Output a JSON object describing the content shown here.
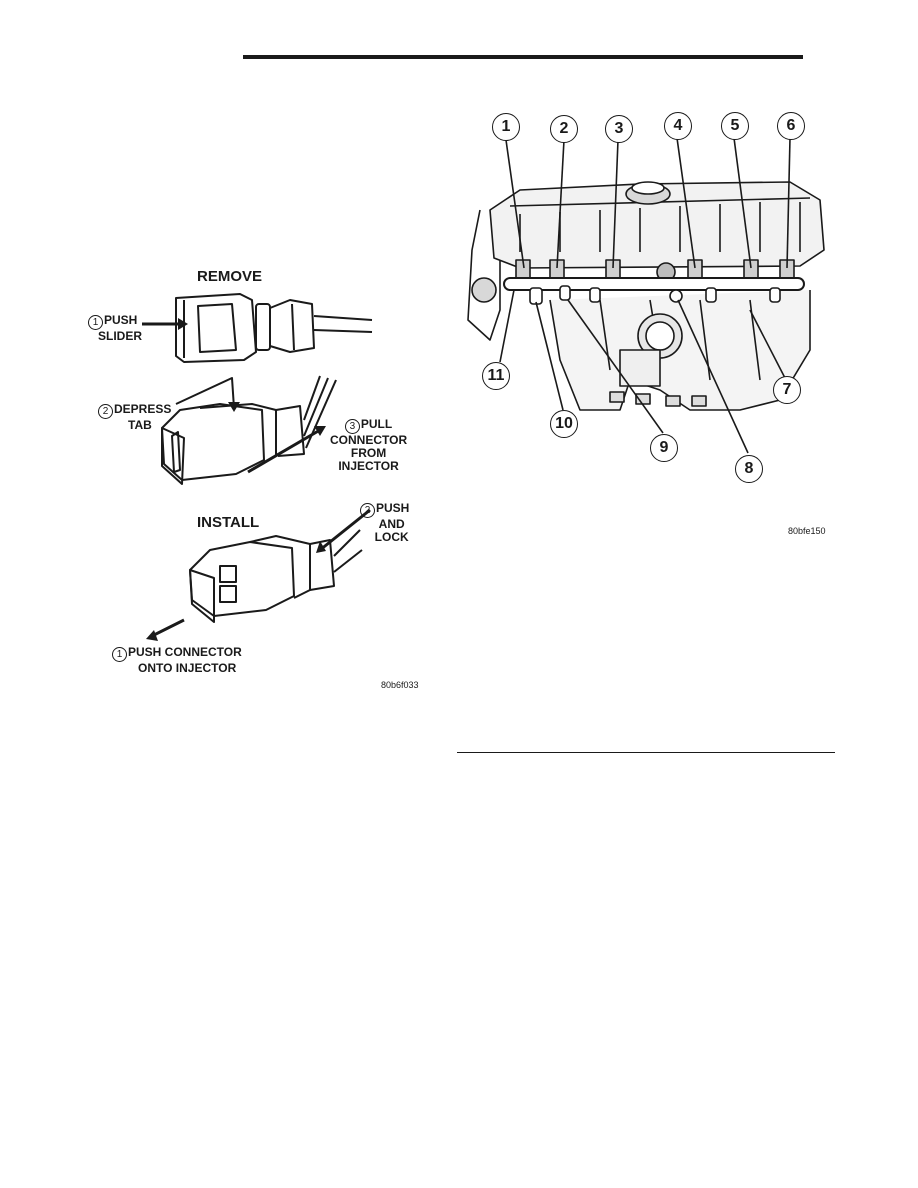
{
  "left_figure": {
    "remove_heading": "REMOVE",
    "install_heading": "INSTALL",
    "callouts": [
      {
        "num": "1",
        "lines": [
          "PUSH",
          "SLIDER"
        ]
      },
      {
        "num": "2",
        "lines": [
          "DEPRESS",
          "TAB"
        ]
      },
      {
        "num": "3",
        "lines": [
          "PULL",
          "CONNECTOR",
          "FROM",
          "INJECTOR"
        ]
      },
      {
        "num": "2",
        "lines": [
          "PUSH",
          "AND",
          "LOCK"
        ]
      },
      {
        "num": "1",
        "lines": [
          "PUSH CONNECTOR",
          "ONTO INJECTOR"
        ]
      }
    ],
    "figure_code": "80b6f033"
  },
  "right_figure": {
    "callout_numbers": [
      "1",
      "2",
      "3",
      "4",
      "5",
      "6",
      "7",
      "8",
      "9",
      "10",
      "11"
    ],
    "figure_code": "80bfe150"
  }
}
